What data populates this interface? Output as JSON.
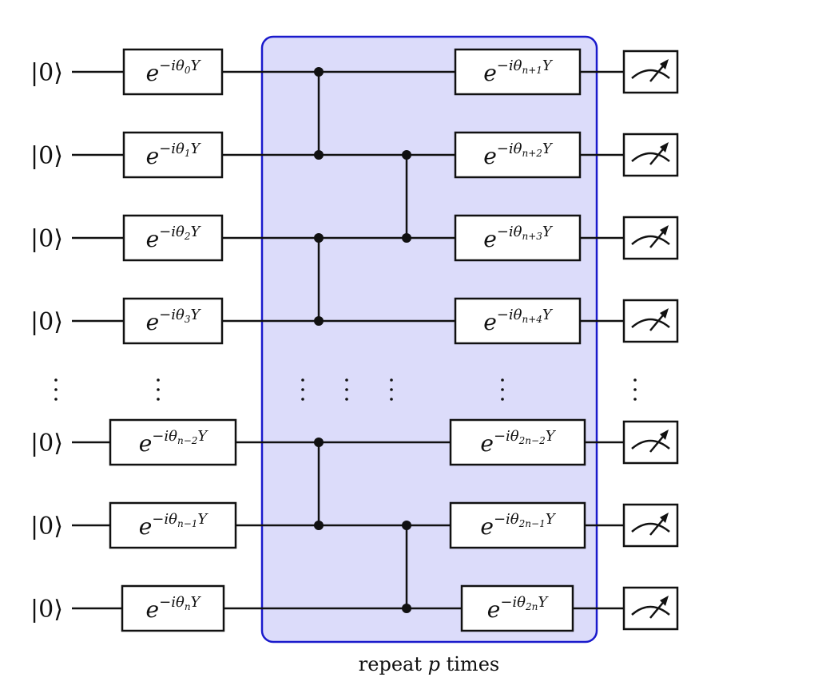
{
  "diagram": {
    "type": "quantum-circuit",
    "colors": {
      "wire": "#111111",
      "repeat_block_fill": "#dcdcfa",
      "repeat_block_stroke": "#1a1acc",
      "gate_fill": "#ffffff",
      "gate_stroke": "#111111"
    },
    "qubits": [
      {
        "init": "|0⟩",
        "first_gate": {
          "base": "e",
          "exp": "−iθ",
          "sub": "0",
          "tail": "Y"
        },
        "second_gate": {
          "base": "e",
          "exp": "−iθ",
          "sub": "n+1",
          "tail": "Y"
        }
      },
      {
        "init": "|0⟩",
        "first_gate": {
          "base": "e",
          "exp": "−iθ",
          "sub": "1",
          "tail": "Y"
        },
        "second_gate": {
          "base": "e",
          "exp": "−iθ",
          "sub": "n+2",
          "tail": "Y"
        }
      },
      {
        "init": "|0⟩",
        "first_gate": {
          "base": "e",
          "exp": "−iθ",
          "sub": "2",
          "tail": "Y"
        },
        "second_gate": {
          "base": "e",
          "exp": "−iθ",
          "sub": "n+3",
          "tail": "Y"
        }
      },
      {
        "init": "|0⟩",
        "first_gate": {
          "base": "e",
          "exp": "−iθ",
          "sub": "3",
          "tail": "Y"
        },
        "second_gate": {
          "base": "e",
          "exp": "−iθ",
          "sub": "n+4",
          "tail": "Y"
        }
      },
      {
        "init": "|0⟩",
        "first_gate": {
          "base": "e",
          "exp": "−iθ",
          "sub": "n−2",
          "tail": "Y"
        },
        "second_gate": {
          "base": "e",
          "exp": "−iθ",
          "sub": "2n−2",
          "tail": "Y"
        }
      },
      {
        "init": "|0⟩",
        "first_gate": {
          "base": "e",
          "exp": "−iθ",
          "sub": "n−1",
          "tail": "Y"
        },
        "second_gate": {
          "base": "e",
          "exp": "−iθ",
          "sub": "2n−1",
          "tail": "Y"
        }
      },
      {
        "init": "|0⟩",
        "first_gate": {
          "base": "e",
          "exp": "−iθ",
          "sub": "n",
          "tail": "Y"
        },
        "second_gate": {
          "base": "e",
          "exp": "−iθ",
          "sub": "2n",
          "tail": "Y"
        }
      }
    ],
    "controlled_gates": [
      {
        "layer": 1,
        "qubits": [
          0,
          1
        ]
      },
      {
        "layer": 1,
        "qubits": [
          2,
          3
        ]
      },
      {
        "layer": 1,
        "qubits": [
          4,
          5
        ]
      },
      {
        "layer": 2,
        "qubits": [
          1,
          2
        ]
      },
      {
        "layer": 2,
        "qubits": [
          5,
          6
        ]
      }
    ],
    "ellipsis": "⋮",
    "measurement": "meter",
    "caption": {
      "prefix": "repeat ",
      "var": "p",
      "suffix": " times"
    }
  }
}
